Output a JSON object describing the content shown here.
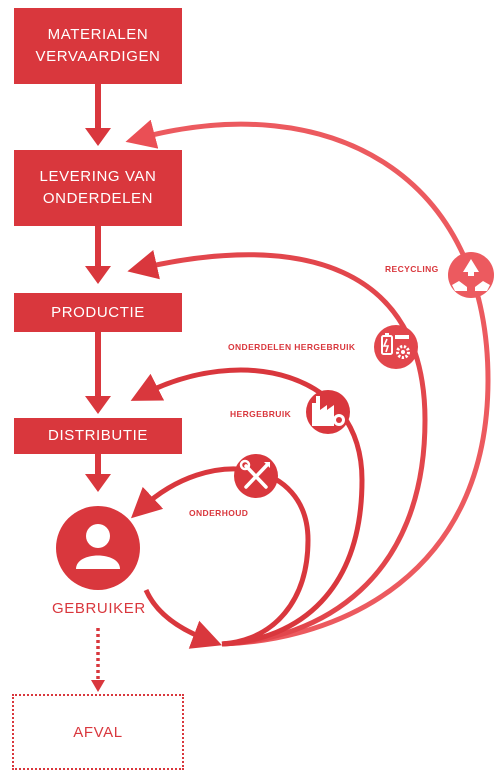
{
  "steps": {
    "materials": {
      "line1": "MATERIALEN",
      "line2": "VERVAARDIGEN"
    },
    "parts_delivery": {
      "line1": "LEVERING VAN",
      "line2": "ONDERDELEN"
    },
    "production": "PRODUCTIE",
    "distribution": "DISTRIBUTIE"
  },
  "user_label": "GEBRUIKER",
  "waste_label": "AFVAL",
  "loops": {
    "recycling": "RECYCLING",
    "parts_reuse": "ONDERDELEN HERGEBRUIK",
    "reuse": "HERGEBRUIK",
    "maintenance": "ONDERHOUD"
  },
  "colors": {
    "primary": "#d9373d",
    "light": "#ec5a5f"
  },
  "icons": [
    "recycle-icon",
    "battery-gear-icon",
    "factory-icon",
    "tools-icon",
    "user-icon"
  ]
}
